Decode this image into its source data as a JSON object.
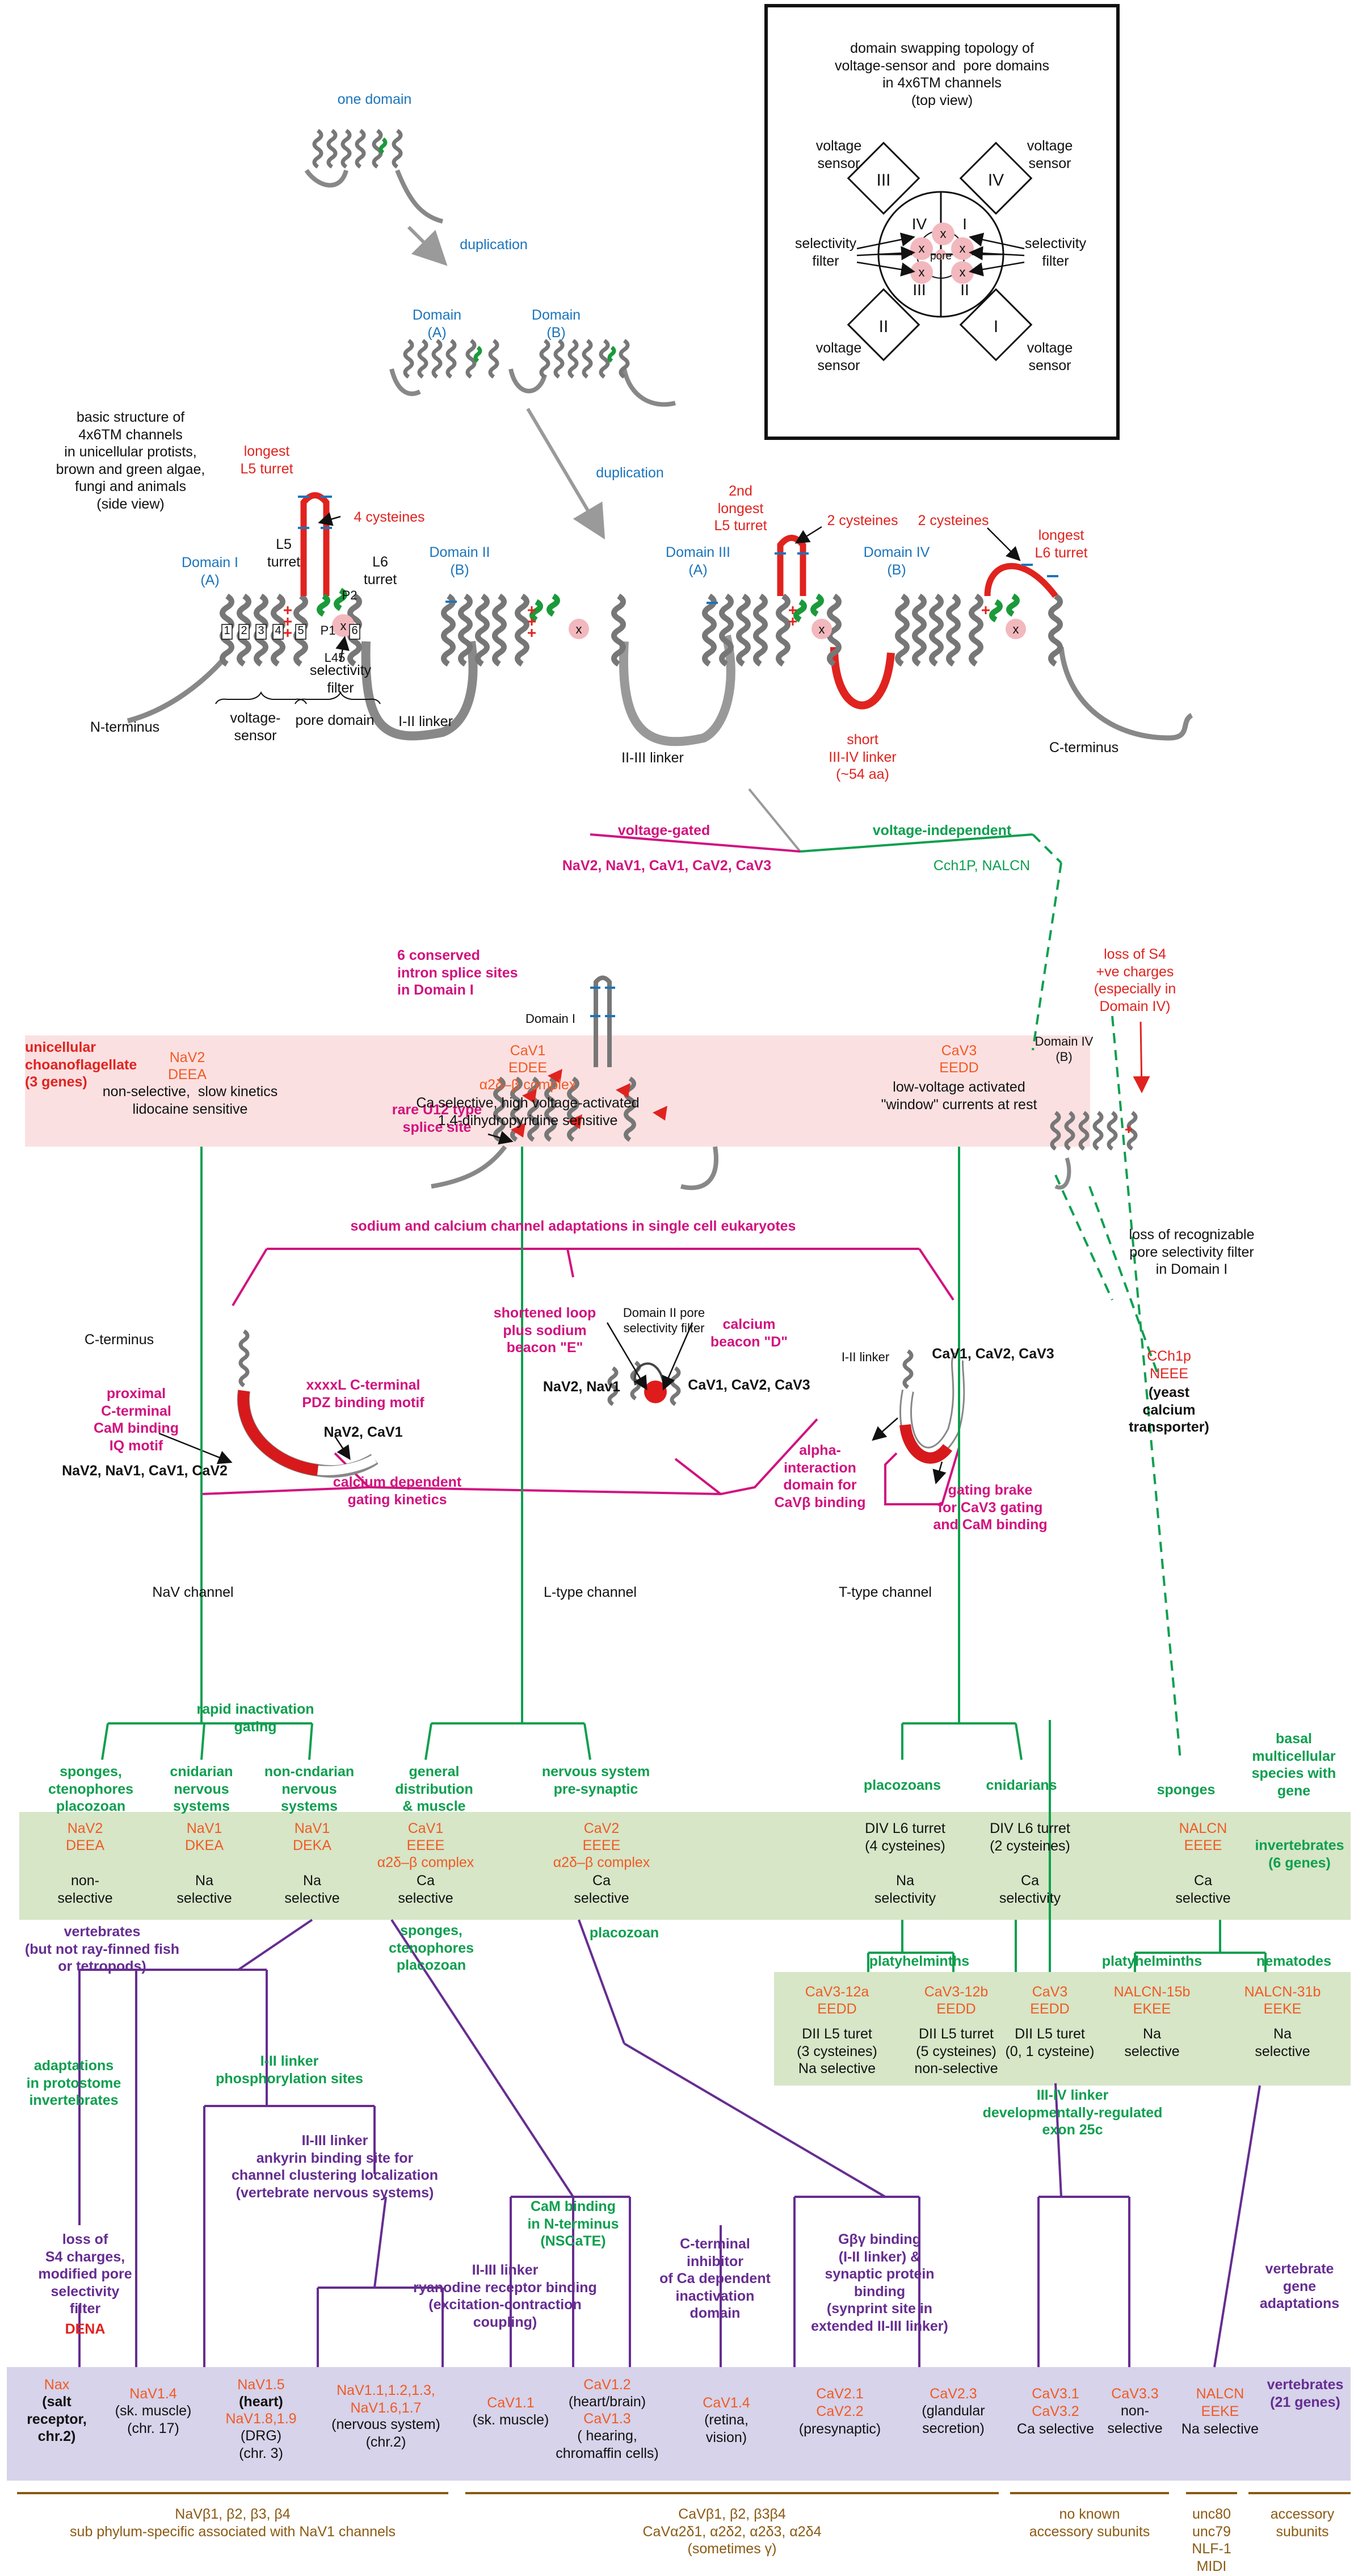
{
  "inset": {
    "title": "domain swapping topology of\nvoltage-sensor and  pore domains\nin 4x6TM channels\n(top view)",
    "vs_tl": "voltage\nsensor",
    "vs_tr": "voltage\nsensor",
    "vs_bl": "voltage\nsensor",
    "vs_br": "voltage\nsensor",
    "sf_left": "selectivity\nfilter",
    "sf_right": "selectivity\nfilter",
    "pore": "pore",
    "roman": [
      "III",
      "IV",
      "II",
      "I",
      "IV",
      "I",
      "III",
      "II"
    ]
  },
  "top": {
    "one_domain": "one domain",
    "duplication1": "duplication",
    "domain_a": "Domain\n(A)",
    "domain_b": "Domain\n(B)",
    "duplication2": "duplication",
    "basic": "basic structure of\n4x6TM channels\nin unicellular protists,\nbrown and green algae,\nfungi and animals\n(side view)",
    "longest_l5": "longest\nL5 turret",
    "four_cys": "4  cysteines",
    "l5_turret": "L5\nturret",
    "l6_turret": "L6\nturret",
    "p2": "P2",
    "p1": "P1",
    "l45": "L45",
    "d1": "Domain I\n(A)",
    "d2": "Domain II\n(B)",
    "d3": "Domain III\n(A)",
    "d4": "Domain IV\n(B)",
    "second_longest": "2nd\nlongest\nL5 turret",
    "two_cys_a": "2 cysteines",
    "two_cys_b": "2 cysteines",
    "longest_l6": "longest\nL6 turret",
    "nterm": "N-terminus",
    "voltage_sensor": "voltage-\nsensor",
    "sel_filter": "selectivity\nfilter",
    "pore_domain": "pore domain",
    "i_ii": "I-II linker",
    "ii_iii": "II-III linker",
    "short_iii_iv": "short\nIII-IV linker\n(~54 aa)",
    "cterm": "C-terminus",
    "seg_nums": [
      "1",
      "2",
      "3",
      "4",
      "5",
      "6"
    ]
  },
  "split": {
    "vg": "voltage-gated",
    "vi": "voltage-independent",
    "vg_list": "NaV2, NaV1, CaV1, CaV2, CaV3",
    "vi_list": "Cch1P,  NALCN",
    "intron": "6 conserved\nintron splice sites\nin Domain I",
    "domain_i": "Domain I",
    "u12": "rare U12 type\nsplice site",
    "loss_s4": "loss of S4\n+ve charges\n(especially in\nDomain IV)",
    "domain_iv_b": "Domain IV\n(B)",
    "loss_pore": "loss of recognizable\npore selectivity filter\nin Domain I",
    "cch1p": "CCh1p\nNEEE",
    "yeast": "(yeast\ncalcium\ntransporter)"
  },
  "adapt": {
    "header": "sodium and calcium channel adaptations in single cell eukaryotes",
    "cterm": "C-terminus",
    "proximal": "proximal\nC-terminal\nCaM binding\nIQ motif",
    "pdz": "xxxxL C-terminal\nPDZ binding motif",
    "nav2_cav1": "NaV2, CaV1",
    "list1": "NaV2, NaV1, CaV1, CaV2",
    "shortened": "shortened loop\nplus sodium\nbeacon \"E\"",
    "dii_pore": "Domain II pore\nselectivity filter",
    "nav2_nav1": "NaV2, Nav1",
    "calcium_beacon": "calcium\nbeacon \"D\"",
    "cav_list_mid": "CaV1, CaV2, CaV3",
    "i_ii_linker": "I-II linker",
    "cav_list_right": "CaV1, CaV2, CaV3",
    "alpha": "alpha-\ninteraction\ndomain for\nCaVβ binding",
    "gating_brake": "gating brake\nfor CaV3 gating\nand CaM binding",
    "calcium_dep": "calcium dependent\ngating kinetics",
    "nav_channel": "NaV channel",
    "ltype": "L-type channel",
    "ttype": "T-type channel"
  },
  "choano": {
    "label": "unicellular\nchoanoflagellate\n(3 genes)",
    "nav2": "NaV2",
    "deea": "DEEA",
    "nav2_desc": "non-selective,  slow kinetics\nlidocaine sensitive",
    "cav1": "CaV1",
    "edee": "EDEE",
    "complex": "α2δ–β complex",
    "cav1_desc": "Ca selective, high voltage-activated\n1,4-dihydropyridine sensitive",
    "cav3": "CaV3",
    "eedd": "EEDD",
    "cav3_desc": "low-voltage activated\n\"window\" currents at rest"
  },
  "invert": {
    "rapid": "rapid inactivation\ngating",
    "sponges_placo": "sponges,\nctenophores\nplacozoan",
    "cnidarian_ns": "cnidarian\nnervous\nsystems",
    "noncnidarian": "non-cndarian\nnervous\nsystems",
    "general": "general\ndistribution\n& muscle",
    "ns_presyn": "nervous system\npre-synaptic",
    "placozoans": "placozoans",
    "cnidarians": "cnidarians",
    "sponges": "sponges",
    "basal": "basal\nmulticellular\nspecies with\ngene",
    "nav2": "NaV2",
    "nav2_m": "DEEA",
    "nav2_d": "non-\nselective",
    "nav1a": "NaV1",
    "nav1a_m": "DKEA",
    "nav1a_d": "Na\nselective",
    "nav1b": "NaV1",
    "nav1b_m": "DEKA",
    "nav1b_d": "Na\nselective",
    "cav1": "CaV1",
    "cav1_m": "EEEE",
    "cav1_c": "α2δ–β complex",
    "cav1_d": "Ca\nselective",
    "cav2": "CaV2",
    "cav2_m": "EEEE",
    "cav2_c": "α2δ–β complex",
    "cav2_d": "Ca\nselective",
    "div4": "DIV L6 turret\n(4 cysteines)",
    "div4_d": "Na\nselectivity",
    "div2": "DIV L6 turret\n(2 cysteines)",
    "div2_d": "Ca\nselectivity",
    "nalcn": "NALCN",
    "nalcn_m": "EEEE",
    "nalcn_d": "Ca\nselective",
    "inv_label": "invertebrates\n(6 genes)"
  },
  "platy": {
    "vert_note": "vertebrates\n(but not ray-finned fish\nor tetropods)",
    "sponges_cten": "sponges,\nctenophores\nplacozoan",
    "placozoan": "placozoan",
    "platyhelminths": "platyhelminths",
    "platyhelminths2": "platyhelminths",
    "nematodes": "nematodes",
    "c12a": "CaV3-12a",
    "c12a_m": "EEDD",
    "c12a_d": "DII L5 turet\n(3 cysteines)\nNa selective",
    "c12b": "CaV3-12b",
    "c12b_m": "EEDD",
    "c12b_d": "DII L5 turret\n(5 cysteines)\nnon-selective",
    "cav3": "CaV3",
    "cav3_m": "EEDD",
    "cav3_d": "DII L5 turet\n(0, 1 cysteine)",
    "n15b": "NALCN-15b",
    "n15b_m": "EKEE",
    "n15b_d": "Na\nselective",
    "n31b": "NALCN-31b",
    "n31b_m": "EEKE",
    "n31b_d": "Na\nselective"
  },
  "adapt2": {
    "protostome": "adaptations\nin protostome\ninvertebrates",
    "i_ii_phos": "I-II linker\nphosphorylation sites",
    "iii_iv": "III-IV linker\ndevelopmentally-regulated\nexon 25c",
    "ii_iii_ank": "II-III linker\nankyrin binding site for\nchannel clustering localization\n(vertebrate nervous systems)",
    "cam_n": "CaM binding\nin N-terminus\n(NSCaTE)",
    "loss_s4": "loss of\nS4 charges,\nmodified pore\nselectivity\nfilter",
    "dena": "DENA",
    "ii_iii_ryr": "II-III linker\nryanodine receptor binding\n(excitation-contraction\ncoupling)",
    "cterm_inh": "C-terminal\ninhibitor\nof Ca dependent\ninactivation\ndomain",
    "gbg": "Gβγ binding\n(I-II linker) &\nsynaptic protein\nbinding\n(synprint site in\nextended II-III linker)",
    "vert_gene": "vertebrate\ngene\nadaptations"
  },
  "vert": {
    "nax": "Nax",
    "nax_d": "(salt\nreceptor,\nchr.2)",
    "n14": "NaV1.4",
    "n14_d": "(sk. muscle)\n(chr. 17)",
    "n15": "NaV1.5",
    "n15_d1": "(heart)",
    "n189": "NaV1.8,1.9",
    "n189_d": "(DRG)\n(chr. 3)",
    "nmany": "NaV1.1,1.2,1.3,\nNaV1.6,1.7",
    "nmany_d": "(nervous system)\n(chr.2)",
    "c11": "CaV1.1",
    "c11_d": "(sk. muscle)",
    "c12": "CaV1.2",
    "c12_d": "(heart/brain)",
    "c13": "CaV1.3",
    "c13_d": "( hearing,\nchromaffin cells)",
    "c14": "CaV1.4",
    "c14_d": "(retina,\nvision)",
    "c21": "CaV2.1\nCaV2.2",
    "c21_d": "(presynaptic)",
    "c23": "CaV2.3",
    "c23_d": "(glandular\nsecretion)",
    "c31": "CaV3.1\nCaV3.2",
    "c31_d": "Ca selective",
    "c33": "CaV3.3",
    "c33_d": "non-\nselective",
    "nalcn": "NALCN\nEEKE",
    "nalcn_d": "Na selective",
    "label": "vertebrates\n(21 genes)"
  },
  "bottom": {
    "na_sub": "NaVβ1, β2, β3, β4\nsub phylum-specific associated with NaV1 channels",
    "ca_sub": "CaVβ1, β2, β3β4\nCaVα2δ1, α2δ2, α2δ3, α2δ4\n(sometimes γ)",
    "none": "no known\naccessory subunits",
    "unc": "unc80\nunc79\nNLF-1\nMIDI",
    "acc": "accessory\nsubunits"
  },
  "colors": {
    "magenta": "#d1127f",
    "green": "#0e9f4f",
    "purple": "#662d91",
    "red": "#e0231f",
    "orange": "#f15a24",
    "blue": "#1b75bc",
    "brown": "#8b5a14",
    "pink_band": "#fbe0e1",
    "green_band": "#d6e6c7",
    "purple_band": "#d6d3ea"
  }
}
